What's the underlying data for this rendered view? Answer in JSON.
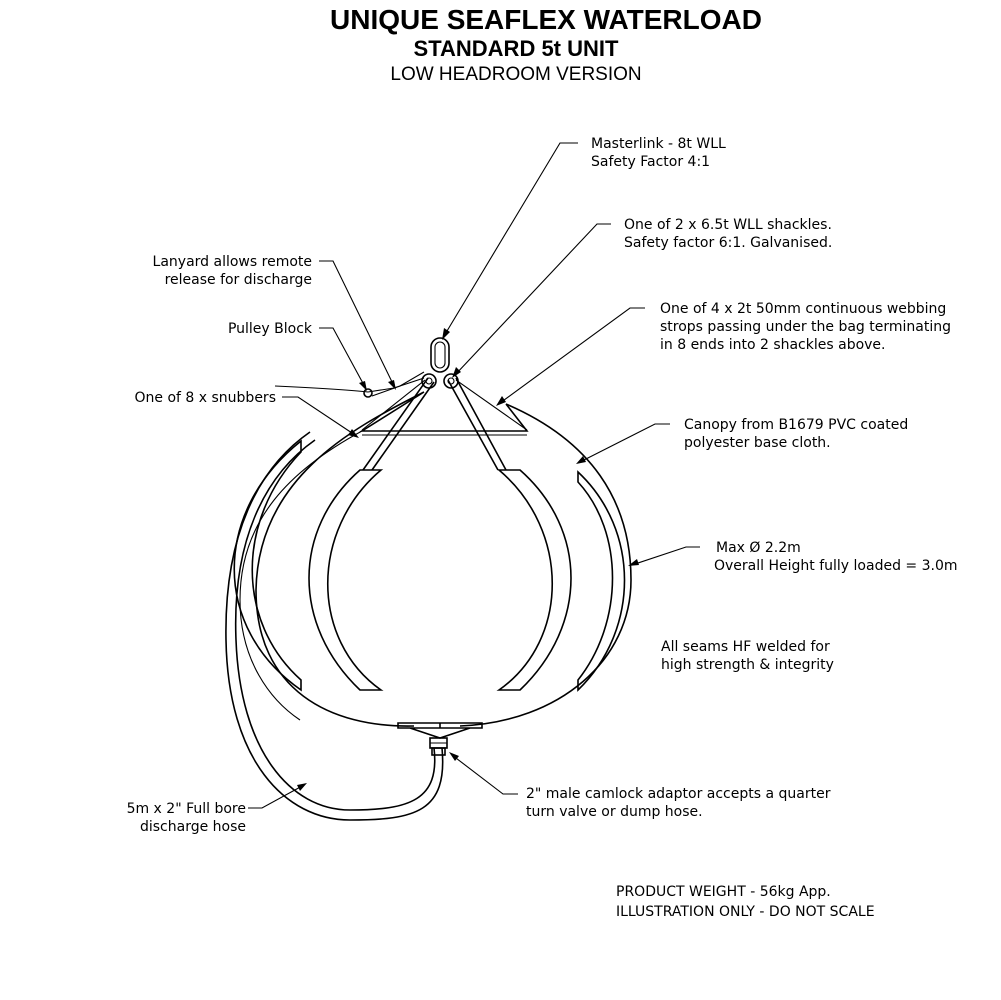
{
  "header": {
    "title": "UNIQUE SEAFLEX WATERLOAD",
    "subtitle": "STANDARD 5t UNIT",
    "version": "LOW HEADROOM VERSION"
  },
  "callouts": {
    "masterlink": [
      "Masterlink - 8t WLL",
      "Safety Factor 4:1"
    ],
    "shackles": [
      "One of 2 x 6.5t WLL shackles.",
      "Safety factor 6:1. Galvanised."
    ],
    "lanyard": [
      "Lanyard allows remote",
      "release for discharge"
    ],
    "pulley": [
      "Pulley Block"
    ],
    "strops": [
      "One of 4 x 2t 50mm continuous webbing",
      "strops passing under the bag terminating",
      "in 8 ends into 2 shackles above."
    ],
    "snubbers": [
      "One of 8 x snubbers"
    ],
    "canopy": [
      "Canopy from B1679 PVC coated",
      "polyester base cloth."
    ],
    "dimensions": [
      "Max Ø 2.2m",
      "Overall Height fully loaded = 3.0m"
    ],
    "seams": [
      "All seams HF welded for",
      "high strength & integrity"
    ],
    "hose": [
      "5m x 2\"  Full bore",
      "discharge hose"
    ],
    "camlock": [
      "2\" male camlock adaptor accepts a quarter",
      "turn valve or dump hose."
    ]
  },
  "footer": [
    "PRODUCT WEIGHT - 56kg  App.",
    "ILLUSTRATION ONLY - DO NOT SCALE"
  ]
}
